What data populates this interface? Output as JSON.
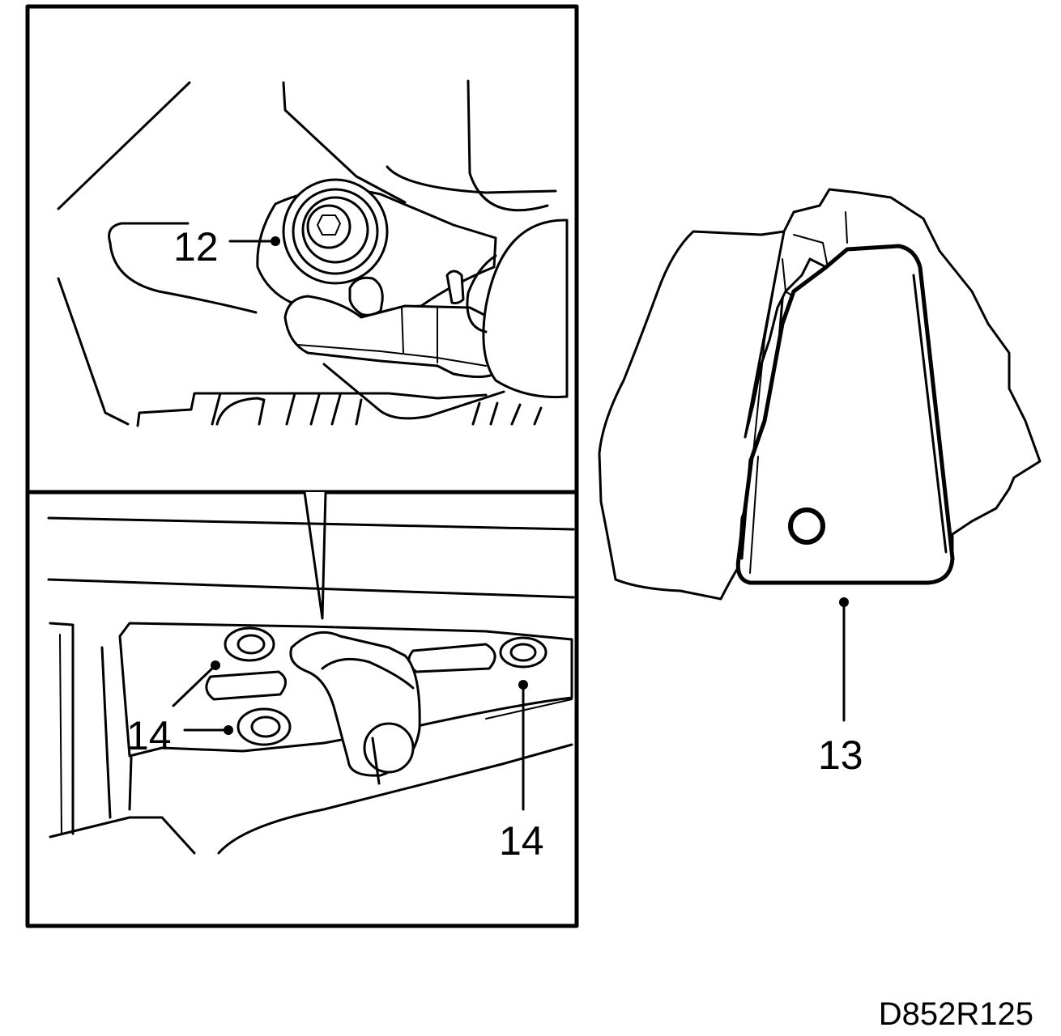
{
  "callouts": {
    "c12": "12",
    "c13": "13",
    "c14_left": "14",
    "c14_right": "14"
  },
  "figure_code": "D852R125"
}
